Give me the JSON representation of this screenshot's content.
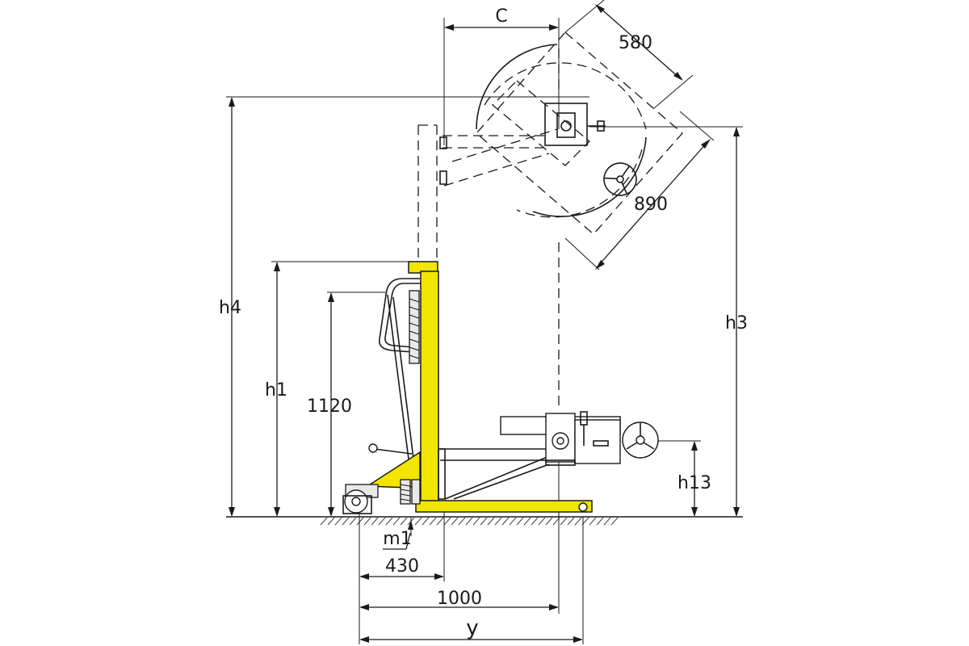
{
  "labels": {
    "c": "C",
    "d580": "580",
    "d890": "890",
    "h4": "h4",
    "h3": "h3",
    "h1": "h1",
    "d1120": "1120",
    "h13": "h13",
    "m1": "m1",
    "d430": "430",
    "d1000": "1000",
    "y": "y"
  },
  "colors": {
    "frame": "#f2e500",
    "line": "#1a1a1a"
  }
}
